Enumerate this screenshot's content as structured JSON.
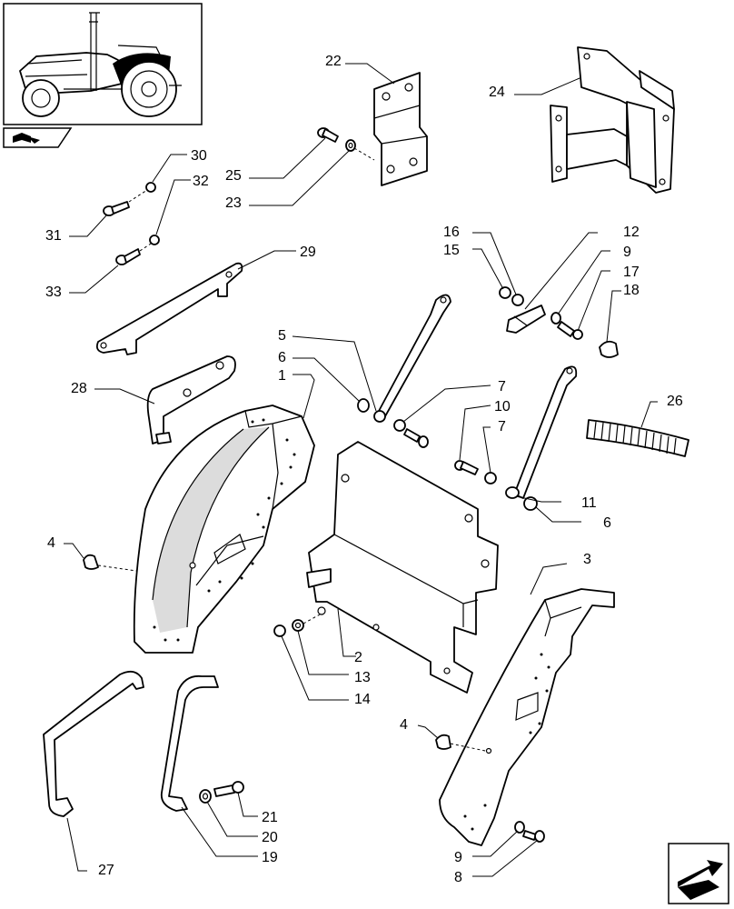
{
  "callouts": {
    "c1": "1",
    "c2": "2",
    "c3": "3",
    "c4a": "4",
    "c4b": "4",
    "c5": "5",
    "c6a": "6",
    "c6b": "6",
    "c7a": "7",
    "c7b": "7",
    "c8": "8",
    "c9a": "9",
    "c9b": "9",
    "c10": "10",
    "c11": "11",
    "c12": "12",
    "c13": "13",
    "c14": "14",
    "c15": "15",
    "c16": "16",
    "c17": "17",
    "c18": "18",
    "c19": "19",
    "c20": "20",
    "c21": "21",
    "c22": "22",
    "c23": "23",
    "c24": "24",
    "c25": "25",
    "c26": "26",
    "c27": "27",
    "c28": "28",
    "c29": "29",
    "c30": "30",
    "c31": "31",
    "c32": "32",
    "c33": "33"
  },
  "icons": {
    "thumbnail": "tractor-thumbnail-icon",
    "book": "book-arrow-icon",
    "next": "next-page-arrow-icon"
  }
}
